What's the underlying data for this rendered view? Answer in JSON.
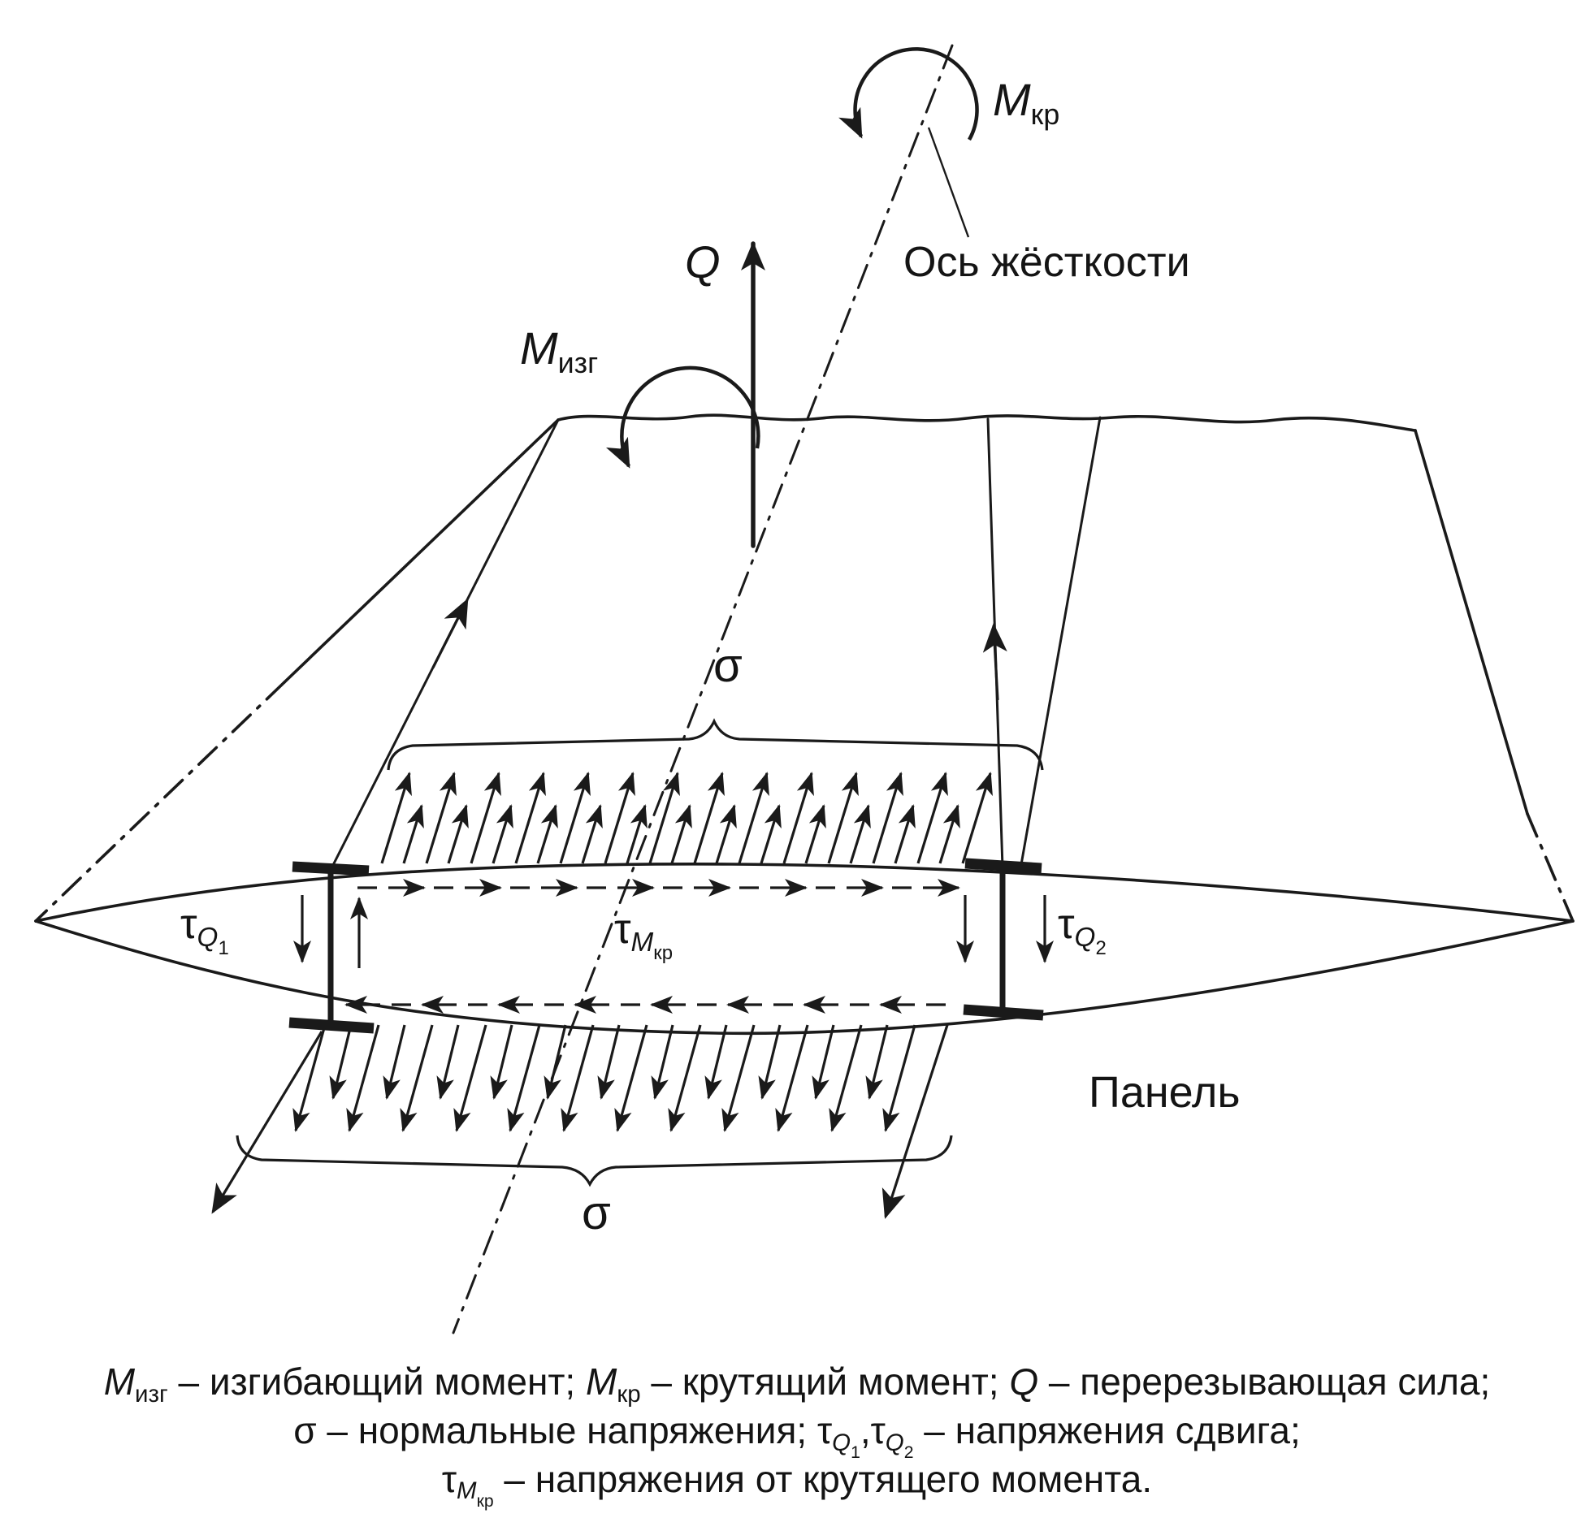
{
  "colors": {
    "ink": "#1a1a1a",
    "background": "#ffffff"
  },
  "labels": {
    "axis_title": "Ось жёсткости",
    "shear_force": "Q",
    "sigma_top": "σ",
    "sigma_bottom": "σ",
    "panel": "Панель",
    "torque": [
      {
        "t": "M",
        "i": true
      },
      {
        "t": "кр",
        "sub": 1
      }
    ],
    "bending": [
      {
        "t": "M",
        "i": true
      },
      {
        "t": "изг",
        "sub": 1
      }
    ],
    "tau_q1": [
      {
        "t": "τ"
      },
      {
        "t": "Q",
        "sub": 1,
        "i": true
      },
      {
        "t": "1",
        "sub": 2
      }
    ],
    "tau_mkr": [
      {
        "t": "τ"
      },
      {
        "t": "M",
        "sub": 1,
        "i": true
      },
      {
        "t": "кр",
        "sub": 2
      }
    ],
    "tau_q2": [
      {
        "t": "τ"
      },
      {
        "t": "Q",
        "sub": 1,
        "i": true
      },
      {
        "t": "2",
        "sub": 2
      }
    ]
  },
  "caption": {
    "line1": [
      {
        "t": "M",
        "i": true
      },
      {
        "t": "изг",
        "sub": 1
      },
      {
        "t": " – изгибающий момент; "
      },
      {
        "t": "M",
        "i": true
      },
      {
        "t": "кр",
        "sub": 1
      },
      {
        "t": " – крутящий момент; "
      },
      {
        "t": "Q",
        "i": true
      },
      {
        "t": " – перерезывающая сила;"
      }
    ],
    "line2": [
      {
        "t": "σ – нормальные напряжения; "
      },
      {
        "t": "τ"
      },
      {
        "t": "Q",
        "sub": 1,
        "i": true
      },
      {
        "t": "1",
        "sub": 2
      },
      {
        "t": ",τ"
      },
      {
        "t": "Q",
        "sub": 1,
        "i": true
      },
      {
        "t": "2",
        "sub": 2
      },
      {
        "t": " – напряжения сдвига;"
      }
    ],
    "line3": [
      {
        "t": "τ"
      },
      {
        "t": "M",
        "sub": 1,
        "i": true
      },
      {
        "t": "кр",
        "sub": 2
      },
      {
        "t": " – напряжения от крутящего момента."
      }
    ]
  }
}
